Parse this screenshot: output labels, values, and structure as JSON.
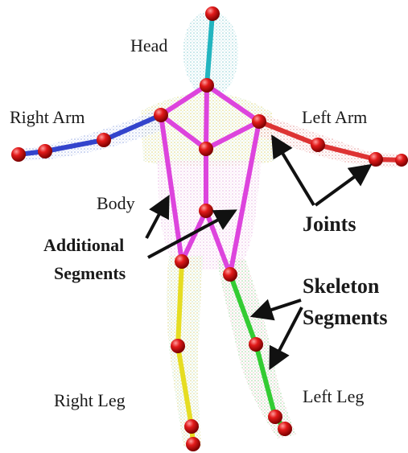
{
  "labels": {
    "head": "Head",
    "right_arm": "Right Arm",
    "left_arm": "Left Arm",
    "body": "Body",
    "joints": "Joints",
    "additional_line1": "Additional",
    "additional_line2": "Segments",
    "skeleton_line1": "Skeleton",
    "skeleton_line2": "Segments",
    "right_leg": "Right Leg",
    "left_leg": "Left Leg"
  },
  "colors": {
    "head_segment": "#22b5c0",
    "right_arm_segment": "#3344cc",
    "left_arm_segment": "#dd3333",
    "body_segment": "#dd44dd",
    "right_leg_segment": "#e6dd22",
    "left_leg_segment": "#33cc33",
    "joint": "#dd1111",
    "arrow": "#111111"
  }
}
